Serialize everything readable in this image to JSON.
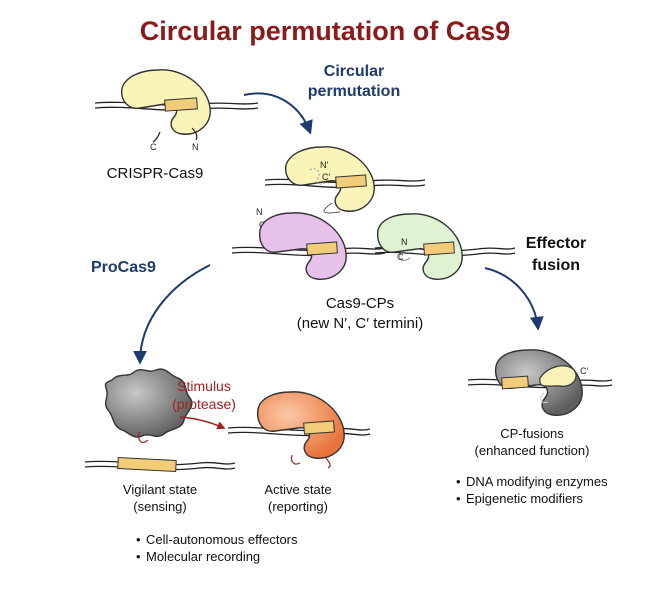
{
  "title": "Circular permutation of Cas9",
  "labels": {
    "circular_permutation_1": "Circular",
    "circular_permutation_2": "permutation",
    "crispr_cas9": "CRISPR-Cas9",
    "cas9_cps_1": "Cas9-CPs",
    "cas9_cps_2": "(new N′, C′ termini)",
    "procas9": "ProCas9",
    "effector_1": "Effector",
    "effector_2": "fusion",
    "stimulus_1": "Stimulus",
    "stimulus_2": "(protease)",
    "vigilant_1": "Vigilant state",
    "vigilant_2": "(sensing)",
    "active_1": "Active state",
    "active_2": "(reporting)",
    "cpfusions_1": "CP-fusions",
    "cpfusions_2": "(enhanced function)"
  },
  "bullets_left": [
    "Cell-autonomous effectors",
    "Molecular recording"
  ],
  "bullets_right": [
    "DNA modifying enzymes",
    "Epigenetic modifiers"
  ],
  "termini": {
    "c": "C",
    "n": "N",
    "n_prime": "N′",
    "c_prime": "C′"
  },
  "colors": {
    "title": "#8b1a1a",
    "navy": "#1f3a6e",
    "yellow": "#fbf4b8",
    "purple": "#e6c2ea",
    "green": "#dff2d2",
    "orange": "#f08a4e",
    "gray": "#8c8c8c",
    "guide_bar": "#f3cc7a"
  }
}
